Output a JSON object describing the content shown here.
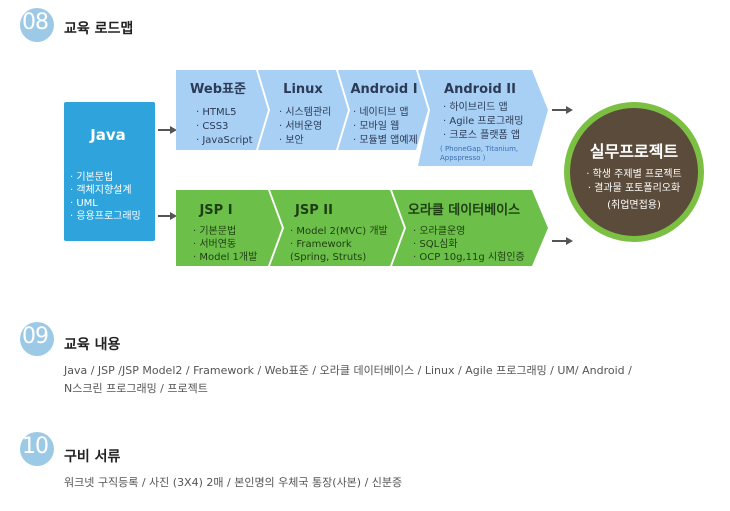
{
  "sections": [
    {
      "num": "08",
      "title": "교육 로드맵"
    },
    {
      "num": "09",
      "title": "교육 내용",
      "text_line1": "Java / JSP /JSP Model2 / Framework / Web표준 / 오라클 데이터베이스 / Linux / Agile 프로그래밍 / UM/ Android /",
      "text_line2": "N스크린 프로그래밍 / 프로젝트"
    },
    {
      "num": "10",
      "title": "구비 서류",
      "text_line1": "워크넷 구직등록 / 사진 (3X4) 2매 / 본인명의 우체국 통장(사본) / 신분증"
    }
  ],
  "java": {
    "title": "Java",
    "items": [
      "· 기본문법",
      "· 객체지향설계",
      "· UML",
      "· 응용프로그래밍"
    ]
  },
  "top_row": [
    {
      "title": "Web표준",
      "items": [
        "· HTML5",
        "· CSS3",
        "· JavaScript"
      ]
    },
    {
      "title": "Linux",
      "items": [
        "· 시스템관리",
        "· 서버운영",
        "· 보안"
      ]
    },
    {
      "title": "Android I",
      "items": [
        "· 네이티브 앱",
        "· 모바일 웹",
        "· 모듈별 앱예제"
      ]
    },
    {
      "title": "Android II",
      "items": [
        "· 하이브리드 앱",
        "· Agile 프로그래밍",
        "· 크로스 플랫폼 앱"
      ],
      "note_line1": "( PhoneGap, Titanium,",
      "note_line2": "Appspresso )"
    }
  ],
  "bottom_row": [
    {
      "title": "JSP I",
      "items": [
        "· 기본문법",
        "· 서버연동",
        "· Model 1개발"
      ]
    },
    {
      "title": "JSP II",
      "items": [
        "· Model 2(MVC) 개발",
        "· Framework",
        "(Spring, Struts)"
      ]
    },
    {
      "title": "오라클 데이터베이스",
      "items": [
        "· 오라클운영",
        "· SQL심화",
        "· OCP 10g,11g 시험인증"
      ]
    }
  ],
  "project": {
    "title": "실무프로젝트",
    "items": [
      "· 학생 주제별 프로젝트",
      "· 결과물 포토폴리오화",
      "(취업면접용)"
    ]
  },
  "colors": {
    "badge": "#9cc9e6",
    "java_box": "#2ea3dc",
    "top_row": "#a8d0f5",
    "bottom_row": "#6cc04a",
    "project_circle": "#5b4b3a",
    "project_ring": "#7bc043",
    "arrow": "#555555"
  }
}
